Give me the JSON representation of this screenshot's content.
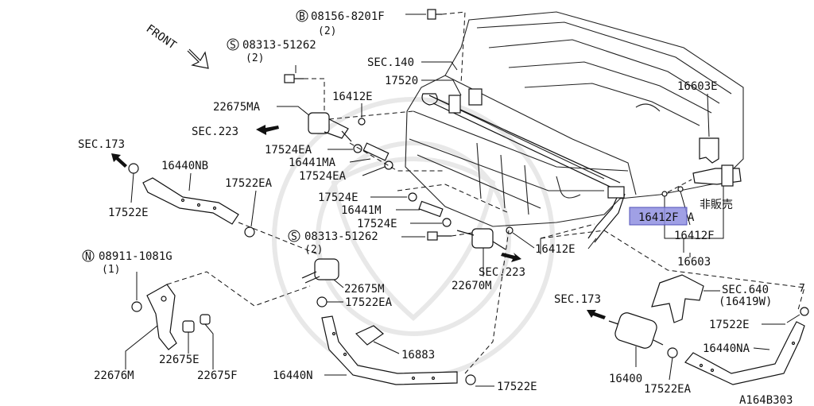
{
  "diagram": {
    "labels": {
      "front": "FRONT",
      "bolt_b": "08156-8201F",
      "bolt_b_qty": "(2)",
      "bolt_s1": "08313-51262",
      "bolt_s1_qty": "(2)",
      "sec140": "SEC.140",
      "p17520": "17520",
      "p22675MA": "22675MA",
      "p16412E_top": "16412E",
      "sec223_left": "SEC.223",
      "p17524EA_a": "17524EA",
      "p16441MA": "16441MA",
      "p17524EA_b": "17524EA",
      "sec173_left": "SEC.173",
      "p16440NB": "16440NB",
      "p17522EA_top": "17522EA",
      "p17522E_left": "17522E",
      "p17524E_a": "17524E",
      "p16441M": "16441M",
      "p17524E_b": "17524E",
      "bolt_s2": "08313-51262",
      "bolt_s2_qty": "(2)",
      "nut_n": "08911-1081G",
      "nut_n_qty": "(1)",
      "p22675M": "22675M",
      "p17522EA_mid": "17522EA",
      "p22670M": "22670M",
      "sec223_right": "SEC.223",
      "p16412E_right": "16412E",
      "p16603E": "16603E",
      "p16412FA_f": "16412F",
      "p16412FA_a": "A",
      "not_for_sale": "非販売",
      "p16412F": "16412F",
      "p16603": "16603",
      "sec640": "SEC.640",
      "sec640_sub": "(16419W)",
      "sec173_right": "SEC.173",
      "p17522E_right": "17522E",
      "p16440NA": "16440NA",
      "p16400": "16400",
      "p17522EA_bottom": "17522EA",
      "p16883": "16883",
      "p16440N": "16440N",
      "p17522E_bottom": "17522E",
      "p22676M": "22676M",
      "p22675E": "22675E",
      "p22675F": "22675F",
      "drawing_no": "A164B303",
      "callout_7": "7"
    },
    "circled_letters": {
      "b": "B",
      "s": "S",
      "n": "N"
    },
    "highlight_color": "#8f8fe0",
    "icons": [
      "front-arrow-icon",
      "direction-arrow-icon"
    ]
  }
}
